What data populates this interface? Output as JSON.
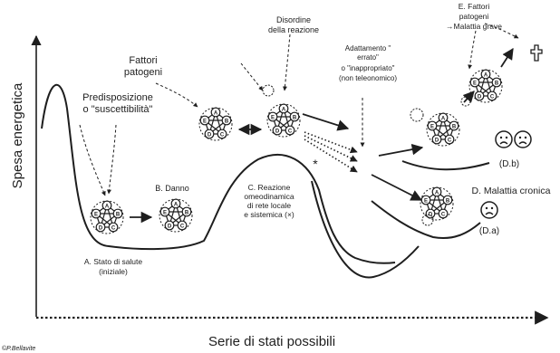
{
  "axes": {
    "y_label": "Spesa energetica",
    "x_label": "Serie di stati possibili"
  },
  "labels": {
    "predisposition": [
      "Predisposizione",
      "o \"suscettibilità\""
    ],
    "pathogenic_factors": [
      "Fattori",
      "patogeni"
    ],
    "reaction_disorder": [
      "Disordine",
      "della reazione"
    ],
    "wrong_adaptation": [
      "Adattamento \"",
      "errato\"",
      "o \"inappropriato\"",
      "(non teleonomico)"
    ],
    "state_e": [
      "E. Fattori",
      "patogeni",
      "→Malattia grave"
    ],
    "state_a": [
      "A. Stato di salute",
      "(iniziale)"
    ],
    "state_b": "B. Danno",
    "state_c": [
      "C. Reazione",
      "omeodinamica",
      "di rete locale",
      "e sistemica (×)"
    ],
    "state_d": "D. Malattia cronica",
    "state_da": "(D.a)",
    "state_db": "(D.b)",
    "asterisk": "*",
    "copyright": "©P.Bellavite"
  },
  "node_letters": {
    "top": "A",
    "left": "E",
    "right": "B",
    "bottom_left": "D",
    "bottom_right": "C"
  },
  "colors": {
    "ink": "#1e1e1e",
    "node_fill": "#ffffff",
    "background": "#ffffff"
  },
  "icons": [
    "cross-icon",
    "sad-face-icon",
    "network-diagram-icon"
  ]
}
